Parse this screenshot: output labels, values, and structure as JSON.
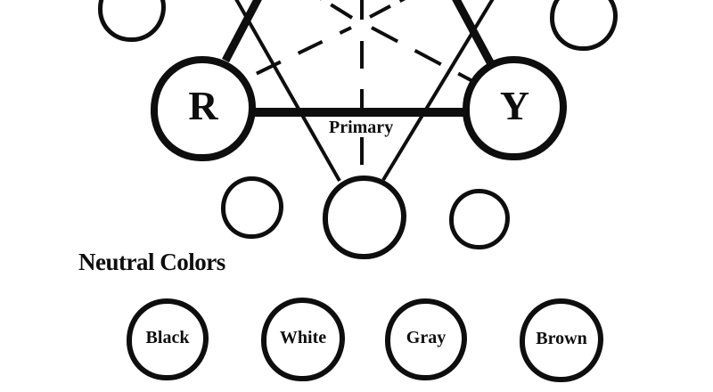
{
  "palette": {
    "ink": "#0e0e0e",
    "paper": "#ffffff"
  },
  "wheel": {
    "edge_label": "Primary",
    "primary_circles": [
      {
        "id": "r",
        "letter": "R"
      },
      {
        "id": "y",
        "letter": "Y"
      }
    ],
    "unlabeled_circle_count": 5
  },
  "neutrals": {
    "heading": "Neutral Colors",
    "swatches": [
      {
        "name": "Black"
      },
      {
        "name": "White"
      },
      {
        "name": "Gray"
      },
      {
        "name": "Brown"
      }
    ]
  }
}
